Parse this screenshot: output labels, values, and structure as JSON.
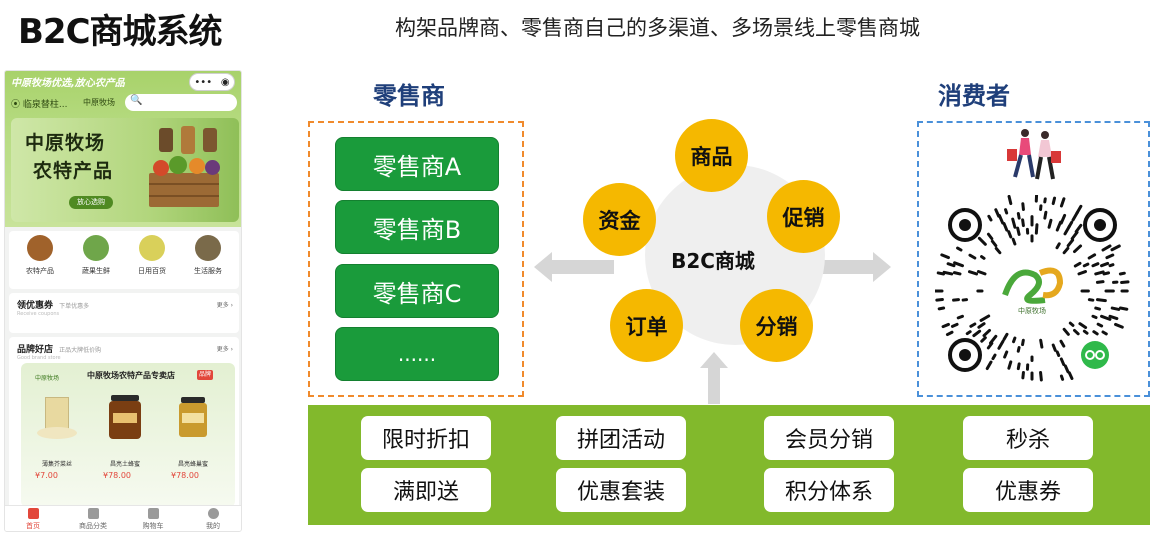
{
  "header": {
    "title": "B2C商城系统",
    "subtitle": "构架品牌商、零售商自己的多渠道、多场景线上零售商城"
  },
  "phone": {
    "slogan": "中原牧场优选,放心农产品",
    "capsule_dots": "•••",
    "capsule_target": "◉",
    "location": "临泉替柱...",
    "brand_mini": "中原牧场",
    "search_icon": "🔍",
    "banner_line1": "中原牧场",
    "banner_line2": "农特产品",
    "banner_button": "放心选购",
    "categories": [
      {
        "label": "农特产品",
        "color": "#a0622b"
      },
      {
        "label": "蔬果生鲜",
        "color": "#6fa64a"
      },
      {
        "label": "日用百货",
        "color": "#d9d05a"
      },
      {
        "label": "生活服务",
        "color": "#7a6a4a"
      }
    ],
    "coupon": {
      "title": "领优惠券",
      "hint": "下单优惠多",
      "en": "Receive coupons",
      "more": "更多 ›"
    },
    "brands": {
      "title": "品牌好店",
      "hint": "正品大牌低价购",
      "en": "Good brand store",
      "more": "更多 ›",
      "store_logo": "中原牧场",
      "store_name": "中原牧场农特产品专卖店",
      "store_tag": "品牌",
      "products": [
        {
          "name": "薄集芥菜丝",
          "price": "¥7.00",
          "color": "#e8d9a0"
        },
        {
          "name": "昌亮土蜂蜜",
          "price": "¥78.00",
          "color": "#7a3e12"
        },
        {
          "name": "昌亮蜂巢蜜",
          "price": "¥78.00",
          "color": "#c99a2e"
        }
      ]
    },
    "tabs": [
      {
        "label": "首页",
        "active": true
      },
      {
        "label": "商品分类",
        "active": false
      },
      {
        "label": "购物车",
        "active": false
      },
      {
        "label": "我的",
        "active": false
      }
    ]
  },
  "diagram": {
    "retailer_heading": "零售商",
    "consumer_heading": "消费者",
    "retailers": [
      "零售商A",
      "零售商B",
      "零售商C",
      "......"
    ],
    "hub": "B2C商城",
    "nodes": {
      "top": "商品",
      "right_upper": "促销",
      "right_lower": "分销",
      "left_lower": "订单",
      "left_upper": "资金"
    },
    "features": [
      [
        "限时折扣",
        "拼团活动",
        "会员分销",
        "秒杀"
      ],
      [
        "满即送",
        "优惠套装",
        "积分体系",
        "优惠券"
      ]
    ],
    "qr_caption": "中原牧场"
  },
  "colors": {
    "retailer_green": "#1a9b3b",
    "node_yellow": "#f5b800",
    "band_green": "#82b92c",
    "heading_blue": "#1f3f7a",
    "retail_border": "#f08a2c",
    "consumer_border": "#4a90d9"
  }
}
